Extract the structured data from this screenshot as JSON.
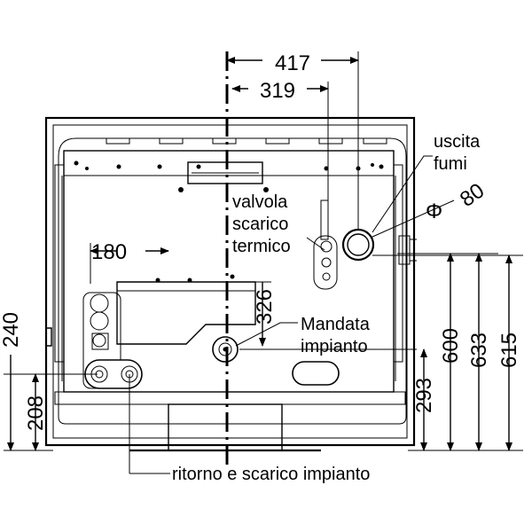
{
  "dimensions": {
    "d417": "417",
    "d319": "319",
    "d180": "180",
    "d326": "326",
    "d240": "240",
    "d208": "208",
    "d600": "600",
    "d633": "633",
    "d615": "615",
    "d293": "293",
    "d80": "80"
  },
  "symbols": {
    "diameter": "Φ"
  },
  "labels": {
    "uscita_1": "uscita",
    "uscita_2": "fumi",
    "valvola_1": "valvola",
    "valvola_2": "scarico",
    "valvola_3": "termico",
    "mandata_1": "Mandata",
    "mandata_2": "impianto",
    "ritorno": "ritorno e scarico impianto"
  }
}
